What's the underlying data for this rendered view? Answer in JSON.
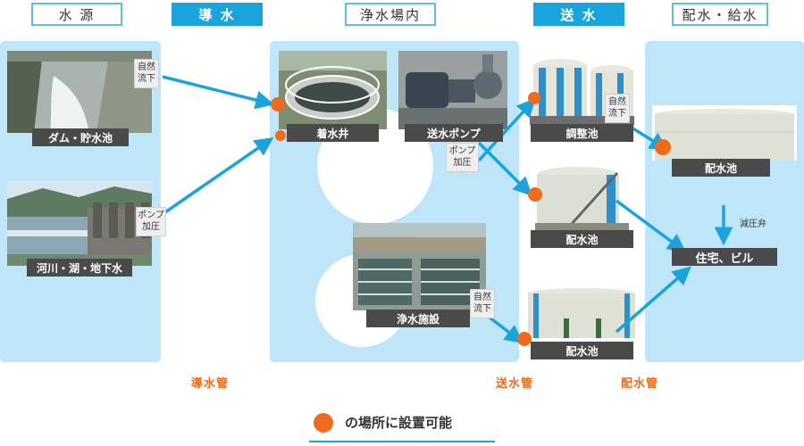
{
  "headers": {
    "source": "水 源",
    "conveyance": "導 水",
    "plant": "浄水場内",
    "transmission": "送 水",
    "distribution": "配水・給水"
  },
  "stages": {
    "dam": "ダム・貯水池",
    "river": "河川・湖・地下水",
    "receiving_well": "着水井",
    "pump": "送水ポンプ",
    "purification": "浄水施設",
    "regulating_pond": "調整池",
    "reservoir_middle": "配水池",
    "reservoir_bottom": "配水池",
    "reservoir_right": "配水池",
    "houses": "住宅、ビル"
  },
  "tags": {
    "natural_flow_1": [
      "自然",
      "流下"
    ],
    "pump_pressure_1": [
      "ポンプ",
      "加圧"
    ],
    "pump_pressure_2": [
      "ポンプ",
      "加圧"
    ],
    "natural_flow_2": [
      "自然",
      "流下"
    ],
    "natural_flow_3": [
      "自然",
      "流下"
    ]
  },
  "annotations": {
    "pressure_valve": "減圧弁"
  },
  "pipes": {
    "conveyance": "導水管",
    "transmission": "送水管",
    "distribution": "配水管"
  },
  "legend": {
    "text": "の場所に設置可能",
    "marker_color": "#ee6a1c"
  },
  "colors": {
    "accent": "#1aa3dc",
    "panel": "#bfe6f8",
    "marker": "#ee6a1c",
    "label_bg": "#4a4a4a"
  }
}
